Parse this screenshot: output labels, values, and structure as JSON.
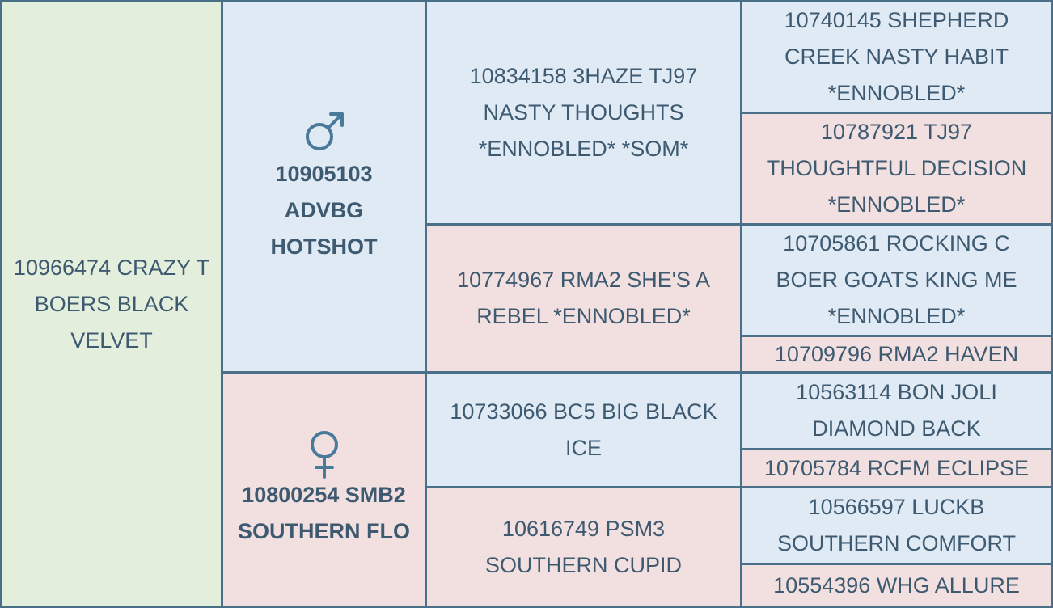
{
  "pedigree": {
    "subject": "10966474 CRAZY T BOERS BLACK VELVET",
    "sire": {
      "symbol": "male-icon",
      "name": "10905103 ADVBG HOTSHOT"
    },
    "dam": {
      "symbol": "female-icon",
      "name": "10800254 SMB2 SOUTHERN FLO"
    },
    "sire_sire": "10834158 3HAZE TJ97 NASTY THOUGHTS *ENNOBLED* *SOM*",
    "sire_dam": "10774967 RMA2 SHE'S A REBEL *ENNOBLED*",
    "dam_sire": "10733066 BC5 BIG BLACK ICE",
    "dam_dam": "10616749 PSM3 SOUTHERN CUPID",
    "ggen": [
      "10740145 SHEPHERD CREEK NASTY HABIT *ENNOBLED*",
      "10787921 TJ97 THOUGHTFUL DECISION *ENNOBLED*",
      "10705861 ROCKING C BOER GOATS KING ME *ENNOBLED*",
      "10709796 RMA2 HAVEN",
      "10563114 BON JOLI DIAMOND BACK",
      "10705784 RCFM ECLIPSE",
      "10566597 LUCKB SOUTHERN COMFORT",
      "10554396 WHG ALLURE"
    ],
    "colors": {
      "border": "#4a6f88",
      "text": "#3e5a71",
      "subject_bg": "#e3efdc",
      "male_bg": "#dfeaf5",
      "female_bg": "#f2e0e0"
    }
  }
}
